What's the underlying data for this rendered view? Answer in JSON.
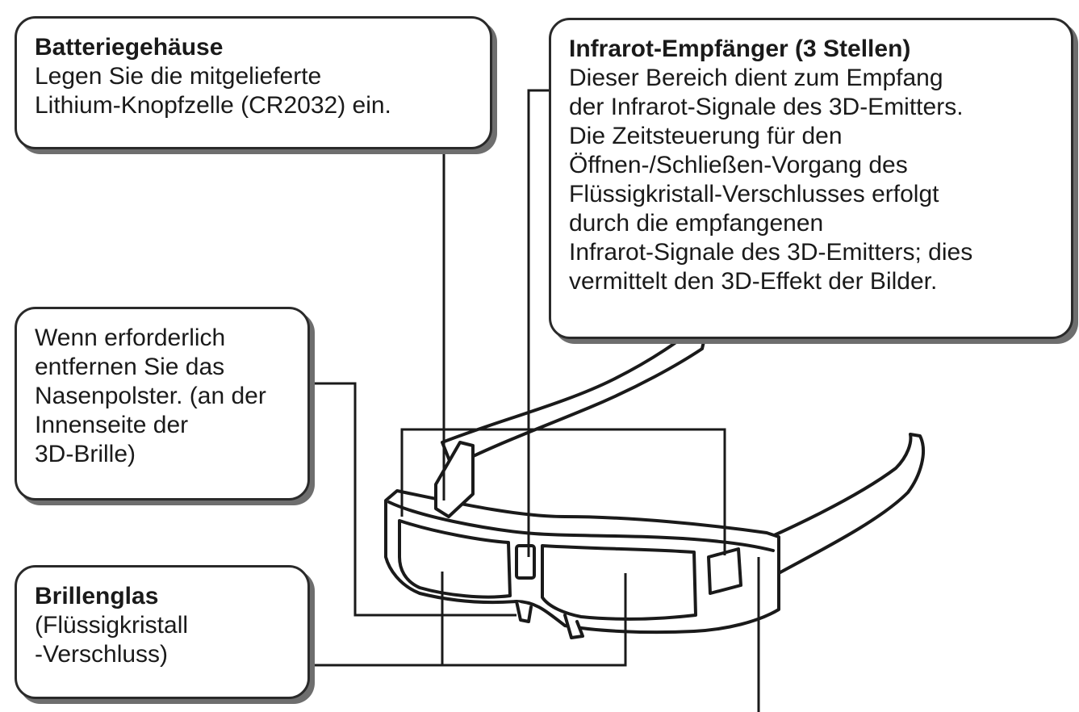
{
  "callouts": {
    "battery": {
      "title": "Batteriegehäuse",
      "text": "Legen Sie die mitgelieferte\nLithium-Knopfzelle (CR2032) ein."
    },
    "infrared": {
      "title": "Infrarot-Empfänger (3 Stellen)",
      "text": "Dieser Bereich dient zum Empfang\nder Infrarot-Signale des 3D-Emitters.\nDie Zeitsteuerung für den\nÖffnen-/Schließen-Vorgang des\nFlüssigkristall-Verschlusses erfolgt\ndurch die empfangenen\nInfrarot-Signale des 3D-Emitters; dies\nvermittelt den 3D-Effekt der Bilder."
    },
    "nose_pad": {
      "text": "Wenn erforderlich\nentfernen Sie das\nNasenpolster. (an der\nInnenseite der\n3D-Brille)"
    },
    "lens": {
      "title": "Brillenglas",
      "text": "(Flüssigkristall\n-Verschluss)"
    }
  },
  "colors": {
    "line": "#1a1a1a",
    "frame_fill": "#ffffff",
    "shadow": "#6e6e6e"
  }
}
